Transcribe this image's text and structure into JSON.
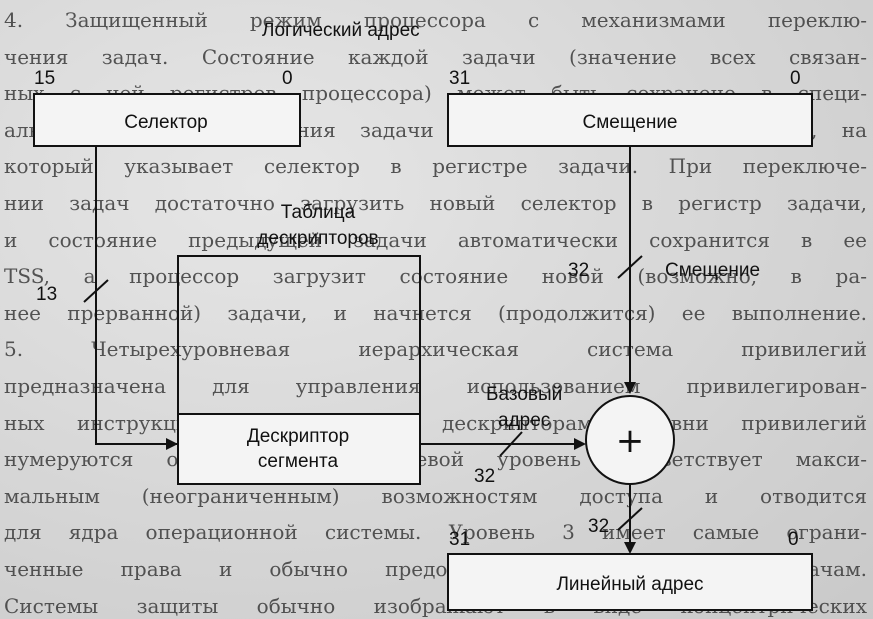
{
  "background_text": [
    "4. Защищенный режим процессора с механизмами переклю-",
    "чения задач. Состояние каждой задачи (значение всех связан-",
    "ных с ней регистров процессора) может быть сохранено в специ-",
    "альном сегменте состояния задачи (TSS – Task State Segment), на",
    "который указывает селектор в регистре задачи. При переключе-",
    "нии задач достаточно загрузить новый селектор в регистр задачи,",
    "и состояние предыдущей задачи автоматически сохранится в ее",
    "TSS, а процессор загрузит состояние новой (возможно, в ра-",
    "нее прерванной) задачи, и начнется (продолжится) ее выполнение.",
    "5. Четырехуровневая иерархическая система привилегий",
    "предназначена для управления использованием привилегирован-",
    "ных инструкций и доступа к дескрипторам. Уровни привилегий",
    "нумеруются от 0 до 3, нулевой уровень соответствует макси-",
    "мальным (неограниченным) возможностям доступа и отводится",
    "для ядра операционной системы. Уровень 3 имеет самые ограни-",
    "ченные права и обычно предоставляется прикладным задачам.",
    "Системы защиты обычно изображают в виде концентрических"
  ],
  "diagram": {
    "logical_address_label": "Логический адрес",
    "selector": {
      "label": "Селектор",
      "bit_high": "15",
      "bit_low": "0"
    },
    "offset": {
      "label": "Смещение",
      "bit_high": "31",
      "bit_low": "0"
    },
    "descriptor_table_label": [
      "Таблица",
      "дескрипторов"
    ],
    "descriptor_label": [
      "Дескриптор",
      "сегмента"
    ],
    "selector_bus_width": "13",
    "offset_bus_width": "32",
    "offset_bus_label": "Смещение",
    "base_address_label": [
      "Базовый",
      "адрес"
    ],
    "base_bus_width": "32",
    "adder_symbol": "+",
    "linear_bus_width": "32",
    "linear_address": {
      "label": "Линейный адрес",
      "bit_high": "31",
      "bit_low": "0"
    }
  }
}
